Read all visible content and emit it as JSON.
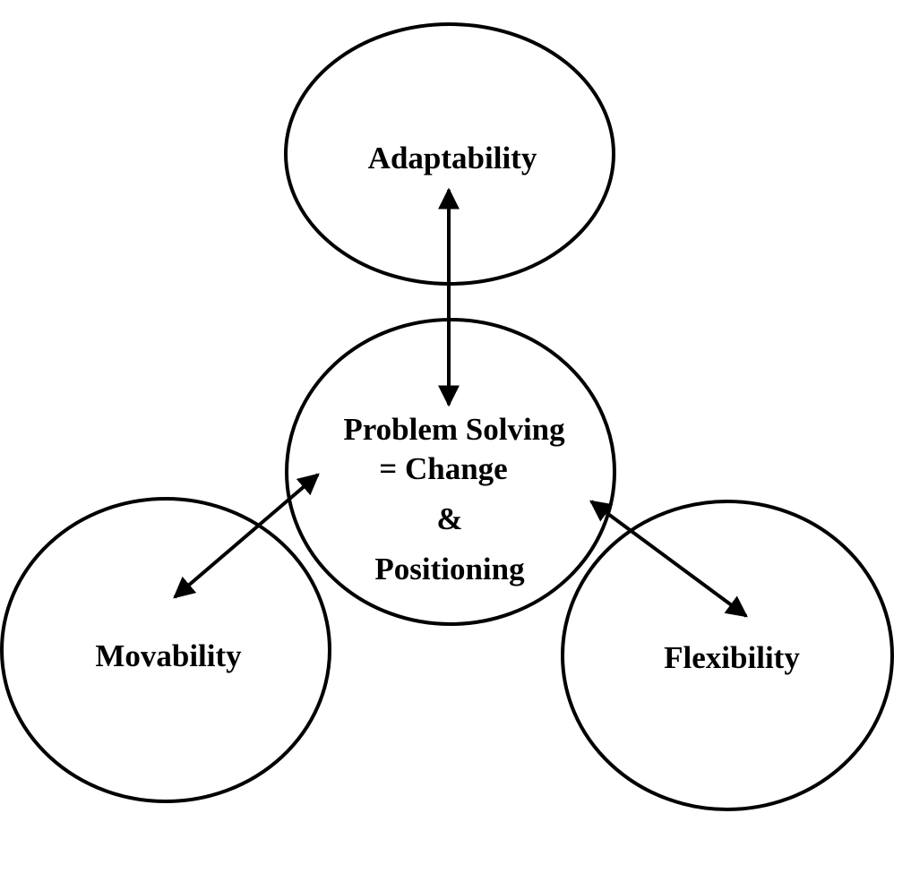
{
  "diagram": {
    "center": {
      "lines": [
        "Problem Solving",
        "= Change",
        "&",
        "Positioning"
      ]
    },
    "top": {
      "label": "Adaptability"
    },
    "left": {
      "label": "Movability"
    },
    "right": {
      "label": "Flexibility"
    },
    "edges": [
      {
        "from": "center",
        "to": "top",
        "type": "bidirectional"
      },
      {
        "from": "center",
        "to": "left",
        "type": "bidirectional"
      },
      {
        "from": "center",
        "to": "right",
        "type": "bidirectional"
      }
    ]
  }
}
